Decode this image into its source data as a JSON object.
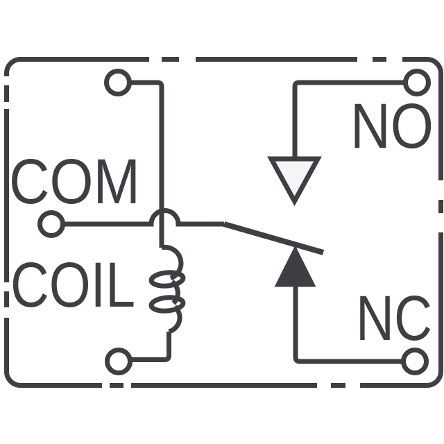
{
  "diagram": {
    "type": "relay-schematic",
    "labels": {
      "com": "COM",
      "coil": "COIL",
      "no": "NO",
      "nc": "NC"
    },
    "colors": {
      "line": "#3E3F43",
      "background": "#FFFFFF",
      "arrow_fill": "#F6F6F8"
    }
  }
}
